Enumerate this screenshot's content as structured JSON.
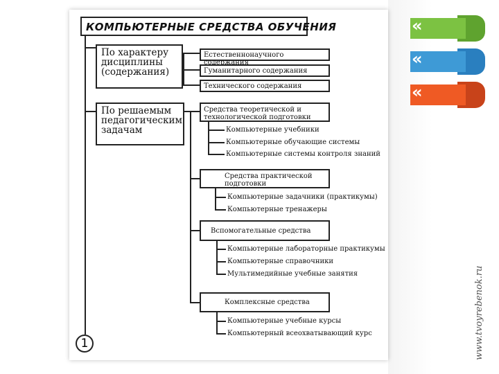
{
  "diagram": {
    "title": "КОМПЬЮТЕРНЫЕ СРЕДСТВА ОБУЧЕНИЯ",
    "classification_1": {
      "label": "По характеру дисциплины (содержания)",
      "items": [
        "Естественнонаучного содержания",
        "Гуманитарного содержания",
        "Технического содержания"
      ]
    },
    "classification_2": {
      "label": "По решаемым педагогическим задачам",
      "groups": [
        {
          "label": "Средства теоретической и технологической подготовки",
          "items": [
            "Компьютерные учебники",
            "Компьютерные обучающие системы",
            "Компьютерные системы контроля знаний"
          ]
        },
        {
          "label": "Средства практической подготовки",
          "items": [
            "Компьютерные задачники (практикумы)",
            "Компьютерные тренажеры"
          ]
        },
        {
          "label": "Вспомогательные средства",
          "items": [
            "Компьютерные лабораторные практикумы",
            "Компьютерные справочники",
            "Мультимедийные учебные занятия"
          ]
        },
        {
          "label": "Комплексные средства",
          "items": [
            "Компьютерные учебные курсы",
            "Компьютерный всеохватывающий курс"
          ]
        }
      ]
    },
    "marker": "1"
  },
  "watermark": "www.tvoyrebenok.ru",
  "colors": {
    "ribbon_green": "#7cc242",
    "ribbon_blue": "#3e9ad6",
    "ribbon_orange": "#ef5a24",
    "ink": "#222222"
  },
  "icons": [
    "chevron-double-left-icon",
    "chevron-double-left-icon",
    "chevron-double-left-icon"
  ]
}
